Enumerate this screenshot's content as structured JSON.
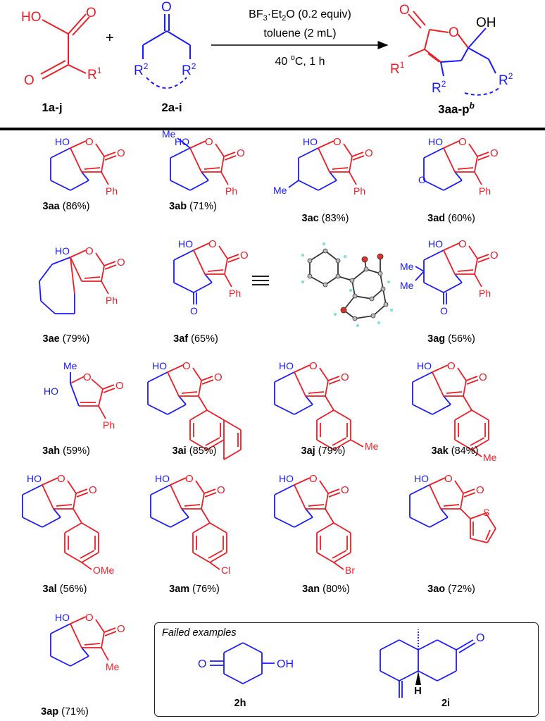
{
  "header": {
    "reactant1": {
      "id": "1a-j",
      "atoms": {
        "ho": "HO",
        "r": "R",
        "r_sup": "1"
      }
    },
    "plus": "+",
    "reactant2": {
      "id": "2a-i",
      "atoms": {
        "r": "R",
        "r_sup": "2"
      }
    },
    "conditions": {
      "line1_pre": "BF",
      "line1_sub1": "3",
      "line1_mid": "·Et",
      "line1_sub2": "2",
      "line1_post": "O (0.2 equiv)",
      "line2": "toluene (2 mL)",
      "line3_pre": "40 ",
      "line3_sup": "o",
      "line3_post": "C, 1 h"
    },
    "product": {
      "id": "3aa-p",
      "id_sup": "b",
      "atoms": {
        "oh": "OH",
        "r1": "R",
        "r1_sup": "1",
        "r2": "R",
        "r2_sup": "2"
      }
    }
  },
  "products": [
    {
      "code": "3aa",
      "yield": "(86%)"
    },
    {
      "code": "3ab",
      "yield": "(71%)"
    },
    {
      "code": "3ac",
      "yield": "(83%)"
    },
    {
      "code": "3ad",
      "yield": "(60%)"
    },
    {
      "code": "3ae",
      "yield": "(79%)"
    },
    {
      "code": "3af",
      "yield": "(65%)"
    },
    {
      "code": "3ag",
      "yield": "(56%)"
    },
    {
      "code": "3ah",
      "yield": "(59%)"
    },
    {
      "code": "3ai",
      "yield": "(85%)"
    },
    {
      "code": "3aj",
      "yield": "(79%)"
    },
    {
      "code": "3ak",
      "yield": "(84%)"
    },
    {
      "code": "3al",
      "yield": "(56%)"
    },
    {
      "code": "3am",
      "yield": "(76%)"
    },
    {
      "code": "3an",
      "yield": "(80%)"
    },
    {
      "code": "3ao",
      "yield": "(72%)"
    },
    {
      "code": "3ap",
      "yield": "(71%)"
    }
  ],
  "atom_labels": {
    "ho": "HO",
    "o": "O",
    "ph": "Ph",
    "me": "Me",
    "ome": "OMe",
    "cl": "Cl",
    "br": "Br",
    "s": "S",
    "oh": "OH",
    "h": "H"
  },
  "failed": {
    "title": "Failed examples",
    "items": [
      {
        "code": "2h"
      },
      {
        "code": "2i"
      }
    ]
  },
  "colors": {
    "reactant_red": "#ee1c25",
    "reactant_blue": "#1a1aff",
    "black": "#000000",
    "crystal_red": "#e0302a",
    "crystal_h": "#7fe0d0"
  }
}
